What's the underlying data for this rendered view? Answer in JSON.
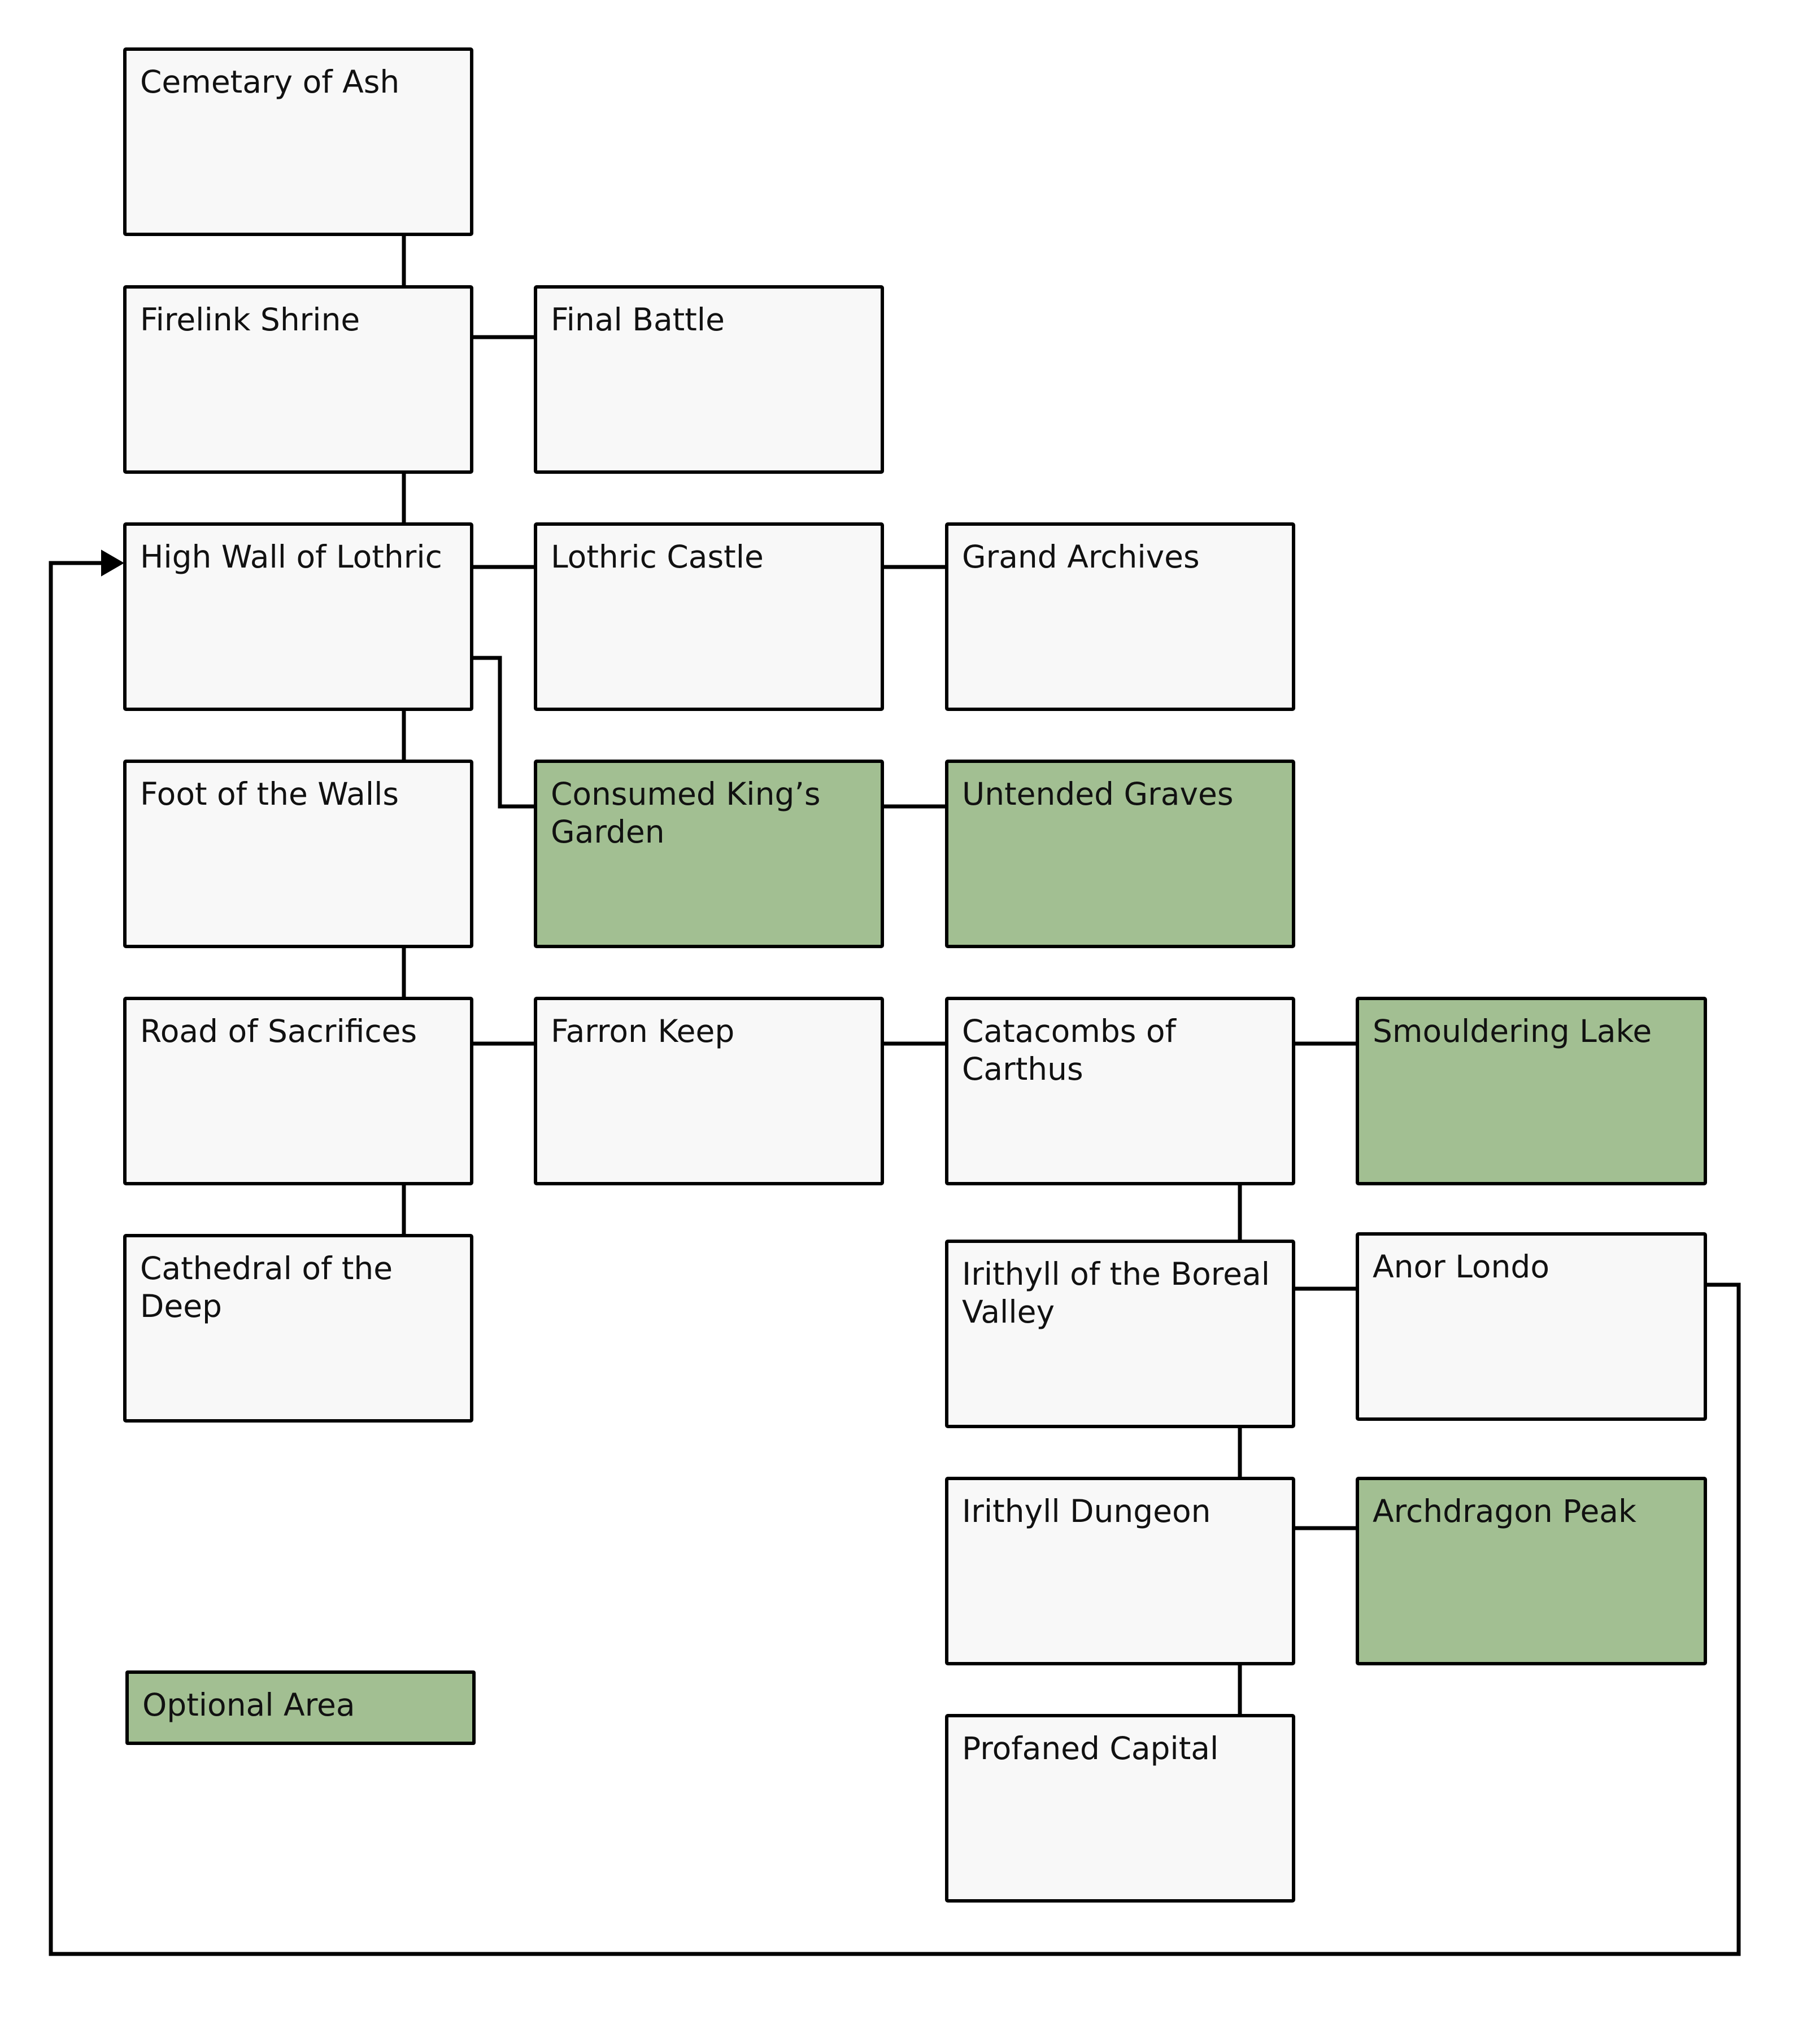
{
  "areas": {
    "cemetary_of_ash": "Cemetary of Ash",
    "firelink_shrine": "Firelink Shrine",
    "final_battle": "Final Battle",
    "high_wall_of_lothric": "High Wall of Lothric",
    "lothric_castle": "Lothric Castle",
    "grand_archives": "Grand Archives",
    "foot_of_the_walls": "Foot of the Walls",
    "consumed_kings_garden": "Consumed King’s\nGarden",
    "untended_graves": "Untended Graves",
    "road_of_sacrifices": "Road of Sacrifices",
    "farron_keep": "Farron Keep",
    "catacombs_of_carthus": "Catacombs of Carthus",
    "smouldering_lake": "Smouldering Lake",
    "cathedral_of_the_deep": "Cathedral of the Deep",
    "irithyll_of_the_boreal_valley": "Irithyll of the Boreal\nValley",
    "anor_londo": "Anor Londo",
    "irithyll_dungeon": "Irithyll Dungeon",
    "archdragon_peak": "Archdragon Peak",
    "profaned_capital": "Profaned Capital"
  },
  "optional_areas": [
    "Consumed King’s\nGarden",
    "Untended Graves",
    "Smouldering Lake",
    "Archdragon Peak"
  ],
  "legend": {
    "optional_label": "Optional Area",
    "optional_color": "#a2bf92"
  },
  "colors": {
    "box_fill": "#f8f8f8",
    "optional_fill": "#a2bf92",
    "border": "#000000"
  }
}
